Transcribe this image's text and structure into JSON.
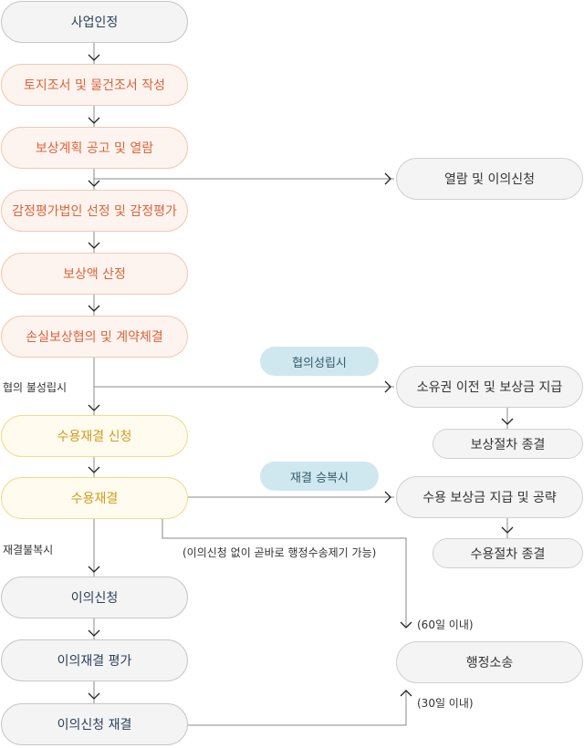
{
  "steps": {
    "business_approval": "사업인정",
    "land_survey": "토지조서 및 물건조서 작성",
    "compensation_plan": "보상계획 공고 및 열람",
    "appraisal": "감정평가법인 선정 및 감정평가",
    "compensation_calc": "보상액 산정",
    "negotiation": "손실보상협의 및 계약체결",
    "expropriation_request": "수용재결 신청",
    "expropriation": "수용재결",
    "objection": "이의신청",
    "objection_review": "이의재결 평가",
    "objection_decision": "이의신청 재결"
  },
  "side": {
    "public_review": "열람 및 이의신청",
    "ownership_transfer": "소유권 이전 및 보상금 지급",
    "compensation_end": "보상절차 종결",
    "payment_deposit": "수용 보상금 지급 및 공략",
    "expropriation_end": "수용절차 종결",
    "lawsuit": "행정소송"
  },
  "tags": {
    "agreement": "협의성립시",
    "accept": "재결 승복시"
  },
  "notes": {
    "no_agreement": "협의 불성립시",
    "no_accept": "재결불복시",
    "direct_lawsuit": "(이의신청 없이 곧바로 행정수송제기 가능)",
    "within_60": "(60일 이내)",
    "within_30": "(30일 이내)"
  },
  "colors": {
    "gray_text": "#2b3f5a",
    "orange_text": "#e0623a",
    "yellow_text": "#d39a19",
    "tag_bg": "#cfe8ef",
    "line": "#8a8a8a"
  }
}
